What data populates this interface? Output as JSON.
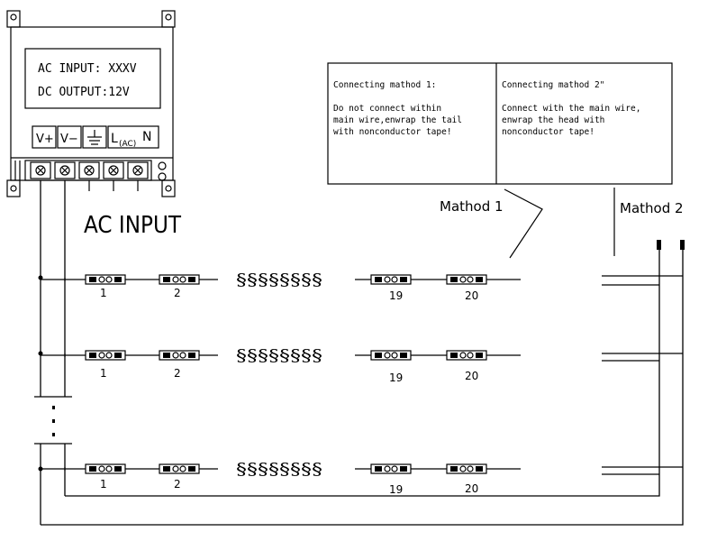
{
  "psu": {
    "ac_input": "AC INPUT: XXXV",
    "dc_output": "DC OUTPUT:12V",
    "terminals": [
      "V+",
      "V-",
      "⏚",
      "L(AC)",
      "N"
    ],
    "terminal_l": "L",
    "terminal_l_sub": "(AC)",
    "terminal_n": "N",
    "ac_input_label": "AC INPUT"
  },
  "notes": {
    "method1_title": "Connecting mathod 1:",
    "method1_lines": [
      "Do not connect within",
      "main wire,enwrap the tail",
      "with nonconductor tape!"
    ],
    "method2_title": "Connecting mathod 2\"",
    "method2_lines": [
      "Connect with the main wire,",
      "enwrap the head with",
      "nonconductor tape!"
    ]
  },
  "labels": {
    "method1": "Mathod 1",
    "method2": "Mathod 2",
    "squiggle": "§§§§§§§§"
  },
  "rows": [
    {
      "modules": [
        "1",
        "2",
        "19",
        "20"
      ]
    },
    {
      "modules": [
        "1",
        "2",
        "19",
        "20"
      ]
    },
    {
      "modules": [
        "1",
        "2",
        "19",
        "20"
      ]
    }
  ]
}
